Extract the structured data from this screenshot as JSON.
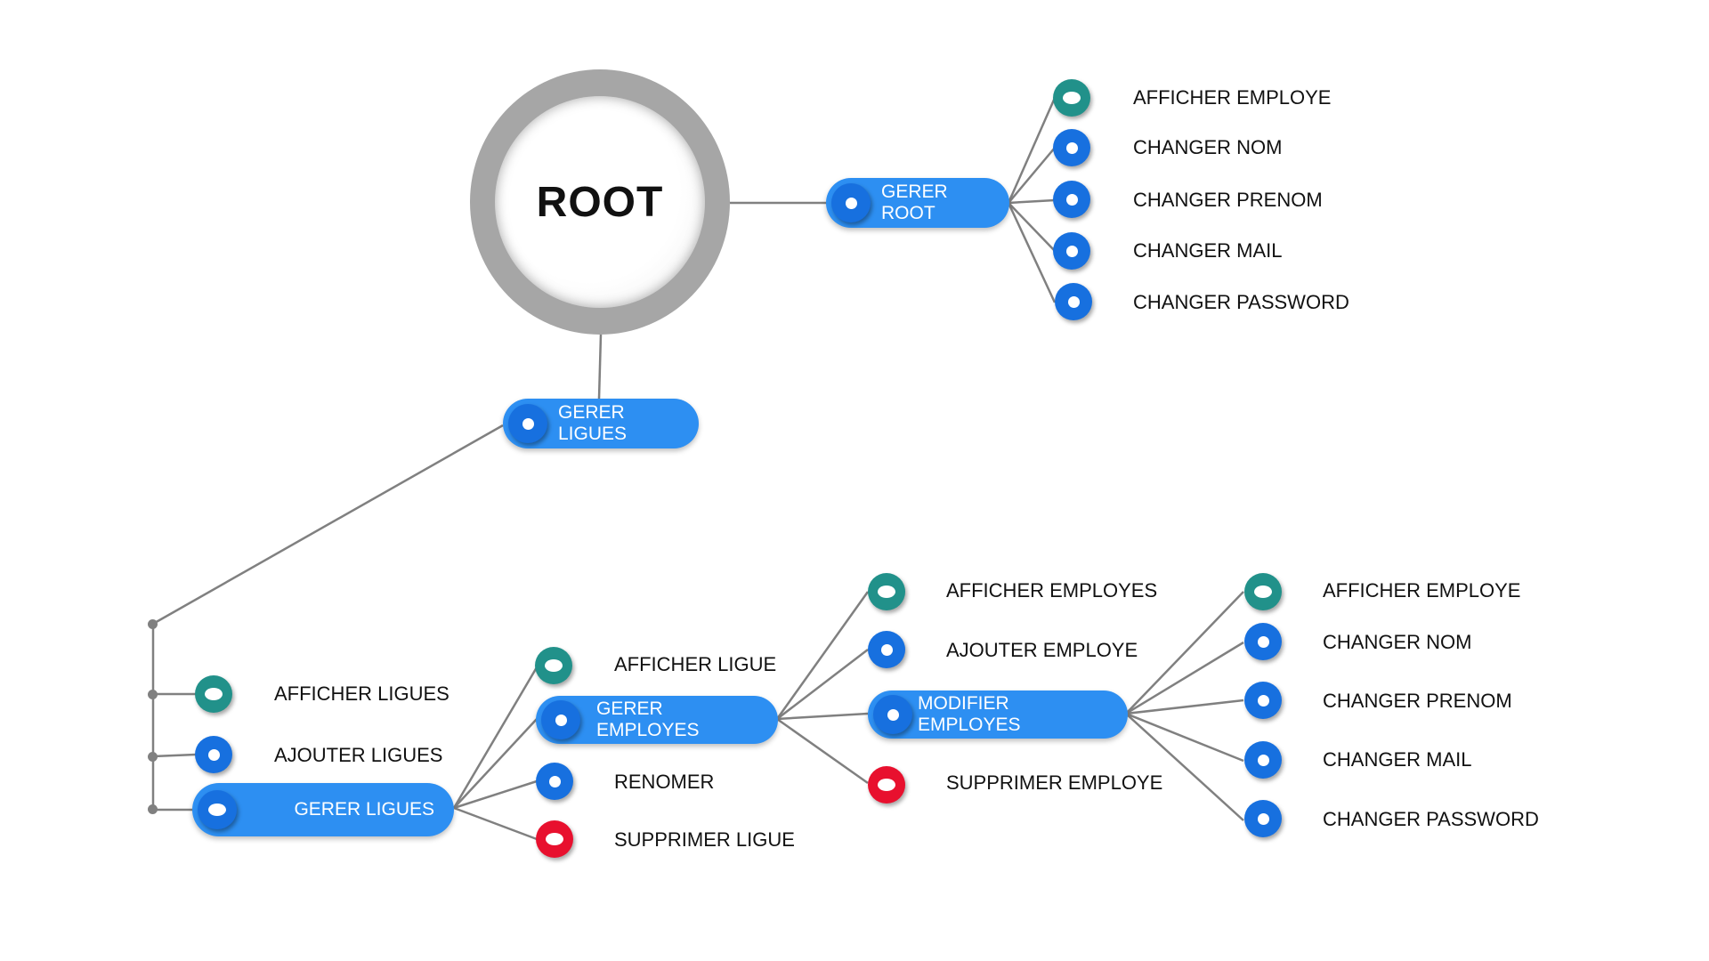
{
  "root": {
    "label": "ROOT"
  },
  "gerer_root": {
    "label": "GERER ROOT",
    "children": [
      {
        "label": "AFFICHER EMPLOYE",
        "color": "#21918a"
      },
      {
        "label": "CHANGER NOM",
        "color": "#1770df"
      },
      {
        "label": "CHANGER PRENOM",
        "color": "#1770df"
      },
      {
        "label": "CHANGER MAIL",
        "color": "#1770df"
      },
      {
        "label": "CHANGER PASSWORD",
        "color": "#1770df"
      }
    ]
  },
  "gerer_ligues_top": {
    "label": "GERER LIGUES"
  },
  "ligues_menu": {
    "children": [
      {
        "label": "AFFICHER LIGUES",
        "color": "#21918a"
      },
      {
        "label": "AJOUTER LIGUES",
        "color": "#1770df"
      }
    ]
  },
  "gerer_ligues": {
    "label": "GERER LIGUES",
    "children": [
      {
        "label": "AFFICHER LIGUE",
        "color": "#21918a"
      },
      {
        "label": "RENOMER",
        "color": "#1770df"
      },
      {
        "label": "SUPPRIMER LIGUE",
        "color": "#e8102e"
      }
    ]
  },
  "gerer_employes": {
    "label": "GERER EMPLOYES",
    "children": [
      {
        "label": "AFFICHER EMPLOYES",
        "color": "#21918a"
      },
      {
        "label": "AJOUTER EMPLOYE",
        "color": "#1770df"
      },
      {
        "label": "SUPPRIMER EMPLOYE",
        "color": "#e8102e"
      }
    ]
  },
  "modifier_employes": {
    "label": "MODIFIER EMPLOYES",
    "children": [
      {
        "label": "AFFICHER EMPLOYE",
        "color": "#21918a"
      },
      {
        "label": "CHANGER NOM",
        "color": "#1770df"
      },
      {
        "label": "CHANGER PRENOM",
        "color": "#1770df"
      },
      {
        "label": "CHANGER MAIL",
        "color": "#1770df"
      },
      {
        "label": "CHANGER PASSWORD",
        "color": "#1770df"
      }
    ]
  },
  "colors": {
    "pill": "#2d8ff2",
    "line": "#808080",
    "root_ring": "#a6a6a6"
  }
}
